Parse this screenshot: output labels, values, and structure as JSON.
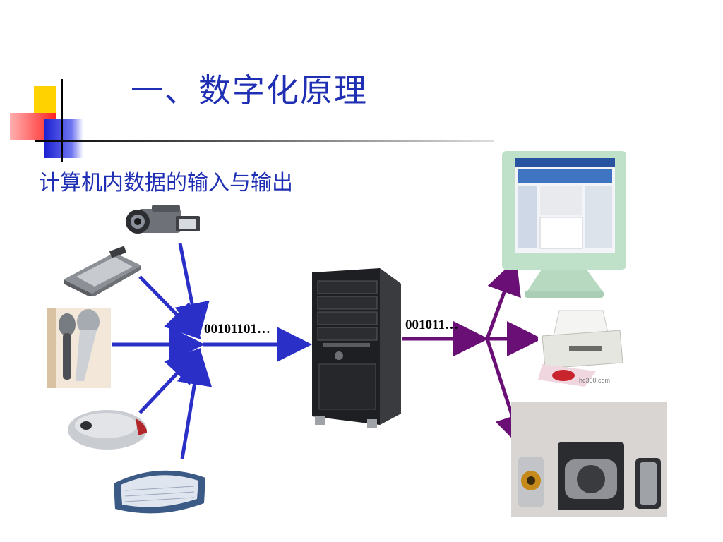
{
  "slide": {
    "title": "一、数字化原理",
    "subtitle": "计算机内数据的输入与输出"
  },
  "diagram": {
    "input_bits": "00101101…",
    "output_bits": "001011…",
    "printer_watermark": "hc360.com",
    "input_arrow_color": "#2a2fc8",
    "output_arrow_color": "#6a0f75"
  },
  "devices": {
    "inputs": [
      "camcorder",
      "scanner",
      "microphone",
      "mouse",
      "keyboard"
    ],
    "center": "computer-tower",
    "outputs": [
      "monitor",
      "printer",
      "speakers"
    ]
  }
}
